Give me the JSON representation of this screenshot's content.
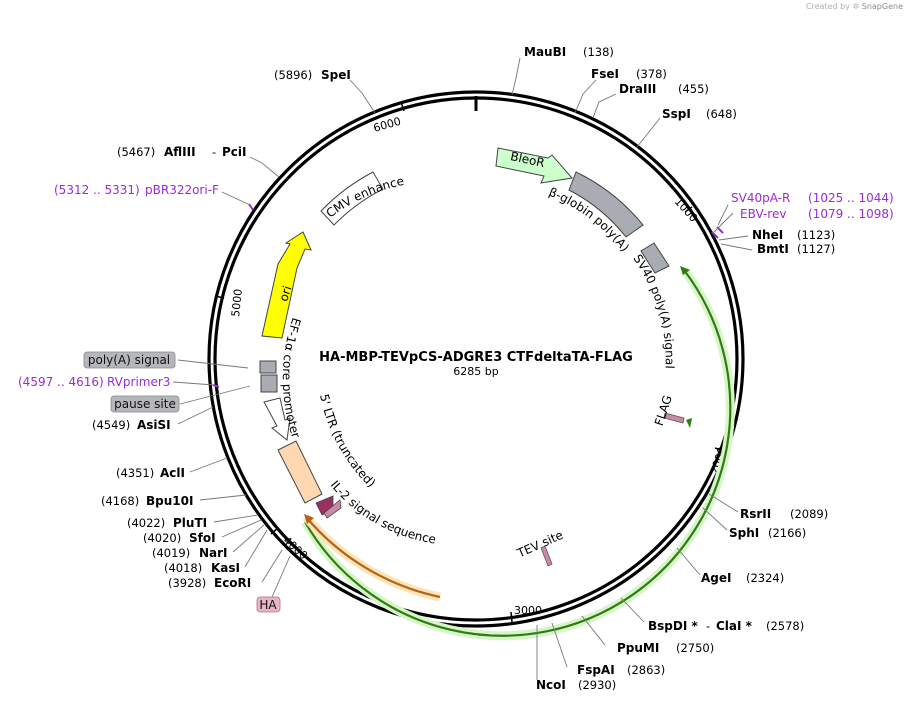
{
  "credit": {
    "prefix": "Created by",
    "brand": "SnapGene"
  },
  "plasmid": {
    "name": "HA-MBP-TEVpCS-ADGRE3 CTFdeltaTA-FLAG",
    "size": "6285 bp"
  },
  "ticks": [
    "1000",
    "2000",
    "3000",
    "4000",
    "5000",
    "6000"
  ],
  "sites_right": [
    {
      "name": "MauBI",
      "pos": "(138)"
    },
    {
      "name": "FseI",
      "pos": "(378)"
    },
    {
      "name": "DraIII",
      "pos": "(455)"
    },
    {
      "name": "SspI",
      "pos": "(648)"
    },
    {
      "name": "NheI",
      "pos": "(1123)"
    },
    {
      "name": "BmtI",
      "pos": "(1127)"
    },
    {
      "name": "RsrII",
      "pos": "(2089)"
    },
    {
      "name": "SphI",
      "pos": "(2166)"
    },
    {
      "name": "AgeI",
      "pos": "(2324)"
    },
    {
      "name": "BspDI *",
      "sep": "-",
      "name2": "ClaI *",
      "pos": "(2578)"
    },
    {
      "name": "PpuMI",
      "pos": "(2750)"
    },
    {
      "name": "FspAI",
      "pos": "(2863)"
    },
    {
      "name": "NcoI",
      "pos": "(2930)"
    }
  ],
  "sites_left": [
    {
      "name": "SpeI",
      "pos": "(5896)"
    },
    {
      "name": "AflIII",
      "sep": "-",
      "name2": "PciI",
      "pos": "(5467)"
    },
    {
      "name": "AsiSI",
      "pos": "(4549)"
    },
    {
      "name": "AclI",
      "pos": "(4351)"
    },
    {
      "name": "Bpu10I",
      "pos": "(4168)"
    },
    {
      "name": "PluTI",
      "pos": "(4022)"
    },
    {
      "name": "SfoI",
      "pos": "(4020)"
    },
    {
      "name": "NarI",
      "pos": "(4019)"
    },
    {
      "name": "KasI",
      "pos": "(4018)"
    },
    {
      "name": "EcoRI",
      "pos": "(3928)"
    }
  ],
  "primers": [
    {
      "name": "SV40pA-R",
      "range": "(1025 .. 1044)"
    },
    {
      "name": "EBV-rev",
      "range": "(1079 .. 1098)"
    },
    {
      "name": "pBR322ori-F",
      "range": "(5312 .. 5331)"
    },
    {
      "name": "RVprimer3",
      "range": "(4597 .. 4616)"
    }
  ],
  "boxed_labels": [
    "poly(A) signal",
    "pause site",
    "HA"
  ],
  "features": {
    "bleor": "BleoR",
    "bglobin": "β-globin poly(A)",
    "sv40": "SV40 poly(A) signal",
    "flag": "FLAG",
    "tev": "TEV site",
    "il2": "IL-2 signal sequence",
    "ltr": "5' LTR (truncated)",
    "ef1a": "EF-1α core promoter",
    "ori": "ori",
    "cmv": "CMV enhancer"
  },
  "colors": {
    "backbone": "#000000",
    "bleor": "#ccffcc",
    "grey_feature": "#a9acb3",
    "ori": "#ffff00",
    "cmv": "#ffffff",
    "ltr": "#ffd7b0",
    "orf": "#2e7d14",
    "orf_glow": "#d8f5c8",
    "ha_orf": "#b4641a",
    "ha_glow": "#ffe4b8",
    "small_feature": "#c88aa8",
    "il2": "#9c3063",
    "primer": "#9a2bd8",
    "label_box_grey": "#b6b7bb",
    "label_box_pink": "#e8b5c4"
  }
}
